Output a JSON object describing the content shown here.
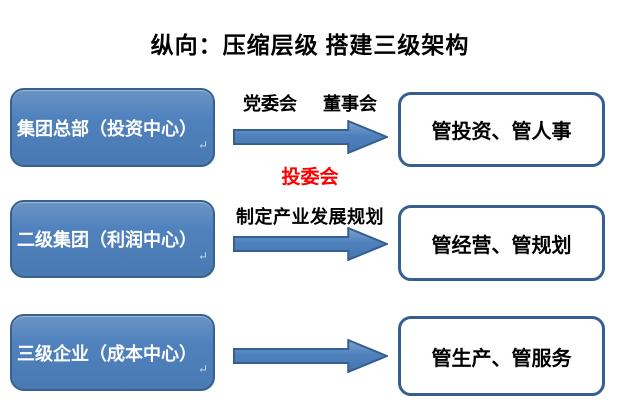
{
  "title": "纵向：压缩层级 搭建三级架构",
  "colors": {
    "box_fill": "#4f81bd",
    "box_border": "#36618f",
    "outline_box_border": "#365f91",
    "arrow_fill": "#4f81bd",
    "arrow_border": "#365f91",
    "highlight_text": "#ff0000",
    "box_text": "#ffffff",
    "text": "#000000"
  },
  "rows": [
    {
      "source": "集团总部（投资中心）",
      "source_return_mark": "↵",
      "labels_above": [
        "党委会",
        "董事会"
      ],
      "label_below": "投委会",
      "target": "管投资、管人事"
    },
    {
      "source": "二级集团（利润中心）",
      "source_return_mark": "↵",
      "labels_above": [
        "制定产业发展规划"
      ],
      "target": "管经营、管规划"
    },
    {
      "source": "三级企业（成本中心）",
      "source_return_mark": "↵",
      "target": "管生产、管服务"
    }
  ]
}
